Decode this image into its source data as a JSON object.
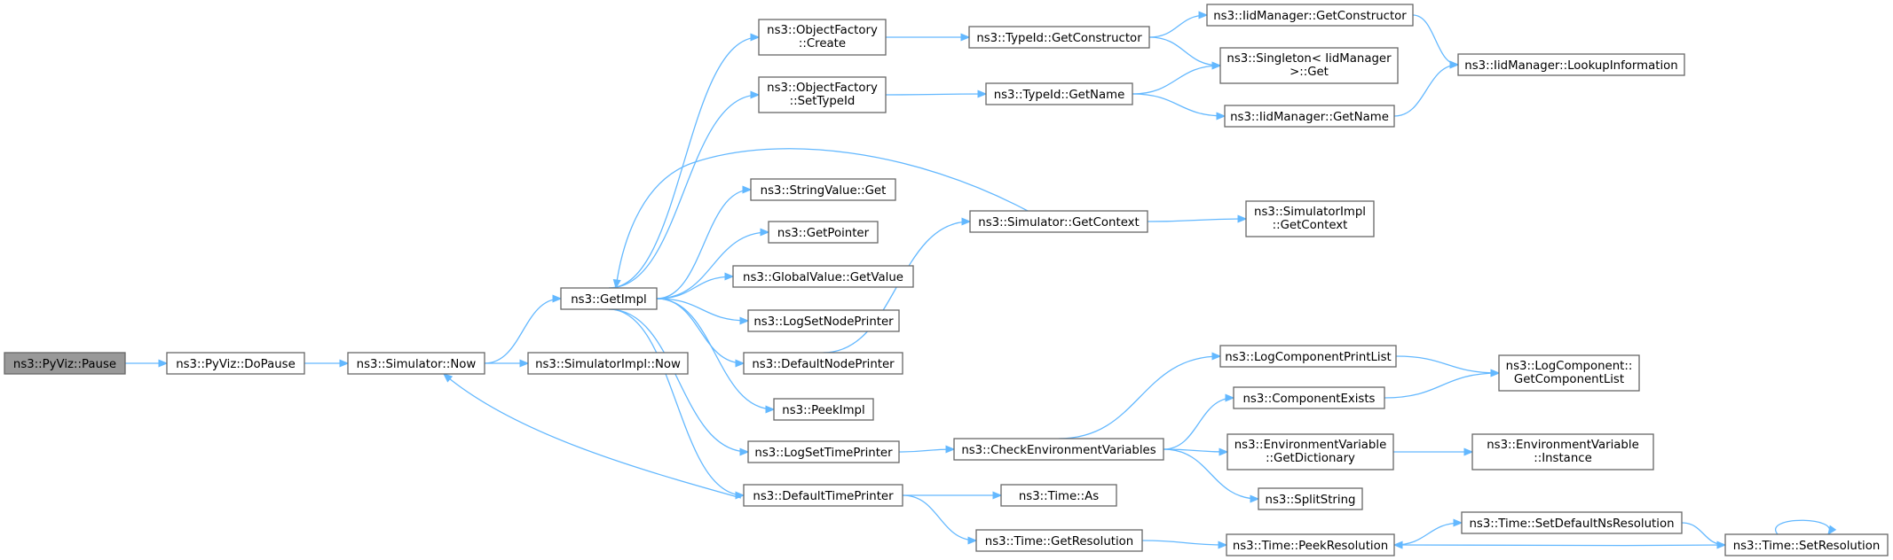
{
  "colors": {
    "edge": "#63b8ff",
    "node_border": "#666666",
    "root_fill": "#999999",
    "node_fill": "#ffffff"
  },
  "nodes": {
    "pause": [
      "ns3::PyViz::Pause"
    ],
    "dopause": [
      "ns3::PyViz::DoPause"
    ],
    "simnow": [
      "ns3::Simulator::Now"
    ],
    "getimpl": [
      "ns3::GetImpl"
    ],
    "simimplnow": [
      "ns3::SimulatorImpl::Now"
    ],
    "ofcreate": [
      "ns3::ObjectFactory",
      "::Create"
    ],
    "ofsettypeid": [
      "ns3::ObjectFactory",
      "::SetTypeId"
    ],
    "stringvalueget": [
      "ns3::StringValue::Get"
    ],
    "getpointer": [
      "ns3::GetPointer"
    ],
    "globalvalue": [
      "ns3::GlobalValue::GetValue"
    ],
    "logsetnodeprinter": [
      "ns3::LogSetNodePrinter"
    ],
    "defaultnodeprinter": [
      "ns3::DefaultNodePrinter"
    ],
    "peekimpl": [
      "ns3::PeekImpl"
    ],
    "logsettimeprinter": [
      "ns3::LogSetTimePrinter"
    ],
    "defaulttimeprinter": [
      "ns3::DefaultTimePrinter"
    ],
    "typeidgetctor": [
      "ns3::TypeId::GetConstructor"
    ],
    "typeidgetname": [
      "ns3::TypeId::GetName"
    ],
    "simgetcontext": [
      "ns3::Simulator::GetContext"
    ],
    "checkenv": [
      "ns3::CheckEnvironmentVariables"
    ],
    "timeas": [
      "ns3::Time::As"
    ],
    "timegetres": [
      "ns3::Time::GetResolution"
    ],
    "iidgetctor": [
      "ns3::IidManager::GetConstructor"
    ],
    "singleton": [
      "ns3::Singleton< IidManager",
      ">::Get"
    ],
    "iidgetname": [
      "ns3::IidManager::GetName"
    ],
    "simimplgetctx": [
      "ns3::SimulatorImpl",
      "::GetContext"
    ],
    "logcompprintlist": [
      "ns3::LogComponentPrintList"
    ],
    "componentexists": [
      "ns3::ComponentExists"
    ],
    "envgetdict": [
      "ns3::EnvironmentVariable",
      "::GetDictionary"
    ],
    "splitstring": [
      "ns3::SplitString"
    ],
    "timepeekres": [
      "ns3::Time::PeekResolution"
    ],
    "iidlookup": [
      "ns3::IidManager::LookupInformation"
    ],
    "logcompgetlist": [
      "ns3::LogComponent::",
      "GetComponentList"
    ],
    "envinstance": [
      "ns3::EnvironmentVariable",
      "::Instance"
    ],
    "timesetdefault": [
      "ns3::Time::SetDefaultNsResolution"
    ],
    "timesetres": [
      "ns3::Time::SetResolution"
    ]
  }
}
